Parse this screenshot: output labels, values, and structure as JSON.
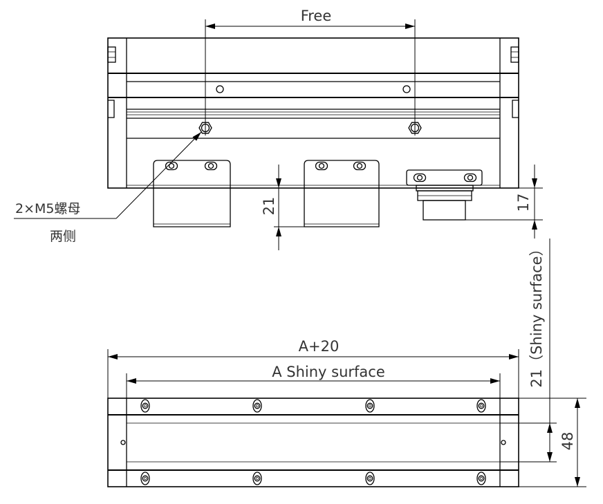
{
  "drawing": {
    "labels": {
      "free": "Free",
      "nut_callout": "2×M5螺母",
      "nut_callout_note": "两侧",
      "bracket_height": "21",
      "connector_height": "17",
      "shiny_offset": "21（Shiny surface）",
      "overall_length": "A+20",
      "shiny_length": "A Shiny surface",
      "width": "48"
    },
    "colors": {
      "line": "#000000",
      "text": "#333333",
      "background": "#ffffff"
    }
  }
}
